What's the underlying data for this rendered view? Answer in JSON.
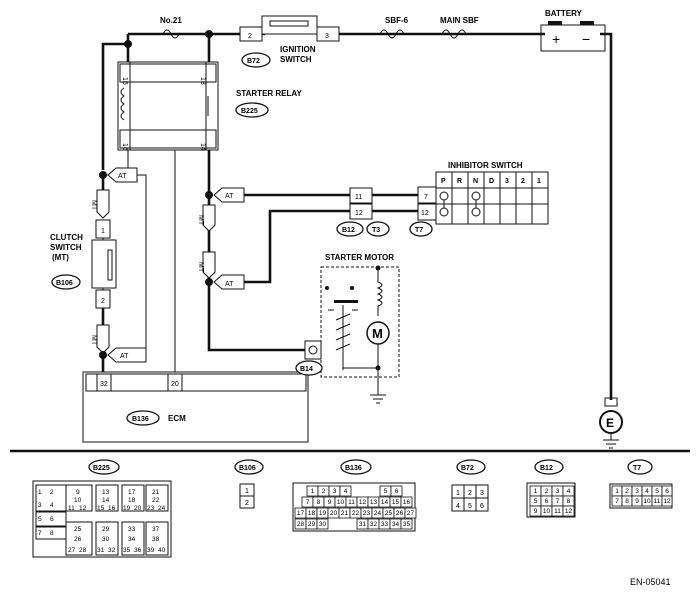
{
  "components": {
    "battery": "BATTERY",
    "fuse": "No.21",
    "sbf6": "SBF-6",
    "main_sbf": "MAIN SBF",
    "ignition_switch": [
      "IGNITION",
      "SWITCH"
    ],
    "starter_relay": "STARTER RELAY",
    "inhibitor_switch": "INHIBITOR SWITCH",
    "inhibitor_positions": [
      "P",
      "R",
      "N",
      "D",
      "3",
      "2",
      "1"
    ],
    "clutch_switch": [
      "CLUTCH",
      "SWITCH",
      "(MT)"
    ],
    "starter_motor": "STARTER MOTOR",
    "motor_symbol": "M",
    "ecm": "ECM",
    "ground": "E",
    "battery_plus": "+",
    "battery_minus": "−"
  },
  "connectors": {
    "b72": "B72",
    "b225": "B225",
    "b12": "B12",
    "t3": "T3",
    "t7": "T7",
    "b106": "B106",
    "b14": "B14",
    "b136": "B136"
  },
  "pins": {
    "ign_in": "2",
    "ign_out": "3",
    "relay": [
      "15",
      "13",
      "16",
      "14"
    ],
    "b12": [
      "11",
      "12"
    ],
    "t7": [
      "7",
      "12"
    ],
    "clutch": [
      "1",
      "2"
    ],
    "ecm": [
      "32",
      "20"
    ]
  },
  "tags": {
    "at": "AT",
    "mt": "MT"
  },
  "faces": {
    "b225": {
      "title": "B225",
      "rows": [
        [
          "1",
          "2",
          "",
          "9",
          "",
          "13",
          "",
          "17",
          "",
          "21"
        ],
        [
          "",
          "",
          "",
          "",
          "10",
          "",
          "14",
          "",
          "18",
          "",
          "22"
        ],
        [
          "3",
          "4",
          "11",
          "12",
          "15",
          "16",
          "19",
          "20",
          "23",
          "24"
        ],
        [
          "5",
          "6"
        ],
        [
          "7",
          "8"
        ],
        [
          "25",
          "",
          "29",
          "33",
          "37"
        ],
        [
          "26",
          "30",
          "34",
          "38"
        ],
        [
          "27",
          "28",
          "31",
          "32",
          "35",
          "36",
          "39",
          "40"
        ]
      ]
    },
    "b106": {
      "title": "B106",
      "pins": [
        "1",
        "2"
      ]
    },
    "b136": {
      "title": "B136",
      "row1": [
        "1",
        "2",
        "3",
        "4",
        "5",
        "6"
      ],
      "row2": [
        "7",
        "8",
        "9",
        "10",
        "11",
        "12",
        "13",
        "14",
        "15",
        "16"
      ],
      "row3": [
        "17",
        "18",
        "19",
        "20",
        "21",
        "22",
        "23",
        "24",
        "25",
        "26",
        "27"
      ],
      "row4": [
        "28",
        "29",
        "30",
        "31",
        "32",
        "33",
        "34",
        "35"
      ]
    },
    "b72": {
      "title": "B72",
      "pins": [
        "1",
        "2",
        "3",
        "4",
        "5",
        "6"
      ]
    },
    "b12": {
      "title": "B12",
      "pins": [
        "1",
        "2",
        "3",
        "4",
        "5",
        "6",
        "7",
        "8",
        "9",
        "10",
        "11",
        "12"
      ]
    },
    "t7": {
      "title": "T7",
      "pins": [
        "1",
        "2",
        "3",
        "4",
        "5",
        "6",
        "7",
        "8",
        "9",
        "10",
        "11",
        "12"
      ]
    }
  },
  "figure_id": "EN-05041"
}
